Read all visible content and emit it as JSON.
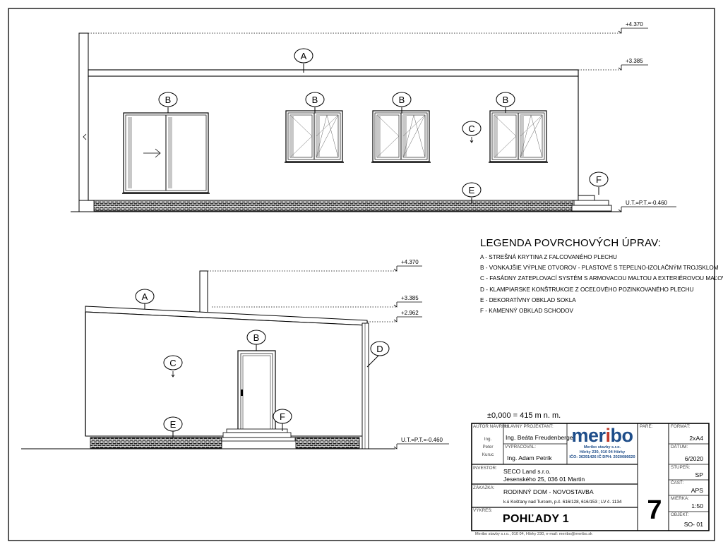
{
  "drawing": {
    "elevation1": {
      "levels": {
        "top": "+4.370",
        "roof": "+3.385",
        "ground": "U.T.=P.T.=-0.460"
      },
      "tags": {
        "roof": "A",
        "window1": "B",
        "window2": "B",
        "window3": "B",
        "window4": "B",
        "facade": "C",
        "plinth": "E",
        "stairs": "F"
      }
    },
    "elevation2": {
      "levels": {
        "top": "+4.370",
        "roof": "+3.385",
        "eave": "+2.962",
        "ground": "U.T.=P.T.=-0.460"
      },
      "tags": {
        "roof": "A",
        "door": "B",
        "facade": "C",
        "gutter": "D",
        "plinth": "E",
        "stairs": "F"
      }
    }
  },
  "legend": {
    "title": "LEGENDA POVRCHOVÝCH ÚPRAV:",
    "items": [
      "A - STREŠNÁ KRYTINA Z FALCOVANÉHO PLECHU",
      "B - VONKAJŠIE VÝPLNE OTVOROV - PLASTOVÉ S TEPELNO-IZOLAČNÝM TROJSKLOM",
      "C - FASÁDNY ZATEPLOVACÍ SYSTÉM S ARMOVACOU MALTOU A EXTERIÉROVOU MAĽOVKOU",
      "D - KLAMPIARSKE KONŠTRUKCIE Z OCEĽOVÉHO POZINKOVANÉHO PLECHU",
      "E - DEKORATÍVNY OBKLAD SOKLA",
      "F - KAMENNÝ OBKLAD SCHODOV"
    ]
  },
  "datum": "±0,000 = 415 m n. m.",
  "title_block": {
    "author_label": "AUTOR NÁVRHU",
    "author_lines": [
      "Ing.",
      "Peter",
      "Kuruc"
    ],
    "chief_label": "HLAVNÝ PROJEKTANT:",
    "chief": "Ing. Beáta Freudenberger",
    "prepared_label": "VYPRACOVAL:",
    "prepared": "Ing. Adam Petrík",
    "logo": {
      "word_a": "mer",
      "word_dot": "i",
      "word_b": "bo",
      "lines": [
        "Meribo stavby s.r.o.",
        "Hôrky 230, 010 04 Hôrky",
        "IČO: 36391426  IČ DPH: 2020086620"
      ]
    },
    "pare_label": "PARE:",
    "format_label": "FORMÁT:",
    "format": "2xA4",
    "date_label": "DÁTUM:",
    "date": "6/2020",
    "stage_label": "STUPEŇ:",
    "stage": "SP",
    "part_label": "ČASŤ:",
    "part": "APS",
    "scale_label": "MIERKA:",
    "scale": "1:50",
    "object_label": "OBJEKT:",
    "object": "SO- 01",
    "investor_label": "INVESTOR:",
    "investor_lines": [
      "SECO Land s.r.o.",
      "Jesenského 25, 036 01 Martin"
    ],
    "order_label": "ZÁKAZKA:",
    "order": "RODINNÝ DOM - NOVOSTAVBA",
    "location": "k.ú Košťany nad Turcom, p.č. 616/128, 616/153 ; LV č. 1134",
    "drawing_label": "VÝKRES:",
    "drawing_title": "POHĽADY 1",
    "sheet_number": "7",
    "footer": "Meribo stavby s.r.o., 010 04, Hôrky 230, e-mail: meribo@meribo.sk"
  },
  "colors": {
    "line": "#000000",
    "logo_blue": "#1f4e8a",
    "logo_red": "#c0392b",
    "grey": "#bdbdbd"
  }
}
